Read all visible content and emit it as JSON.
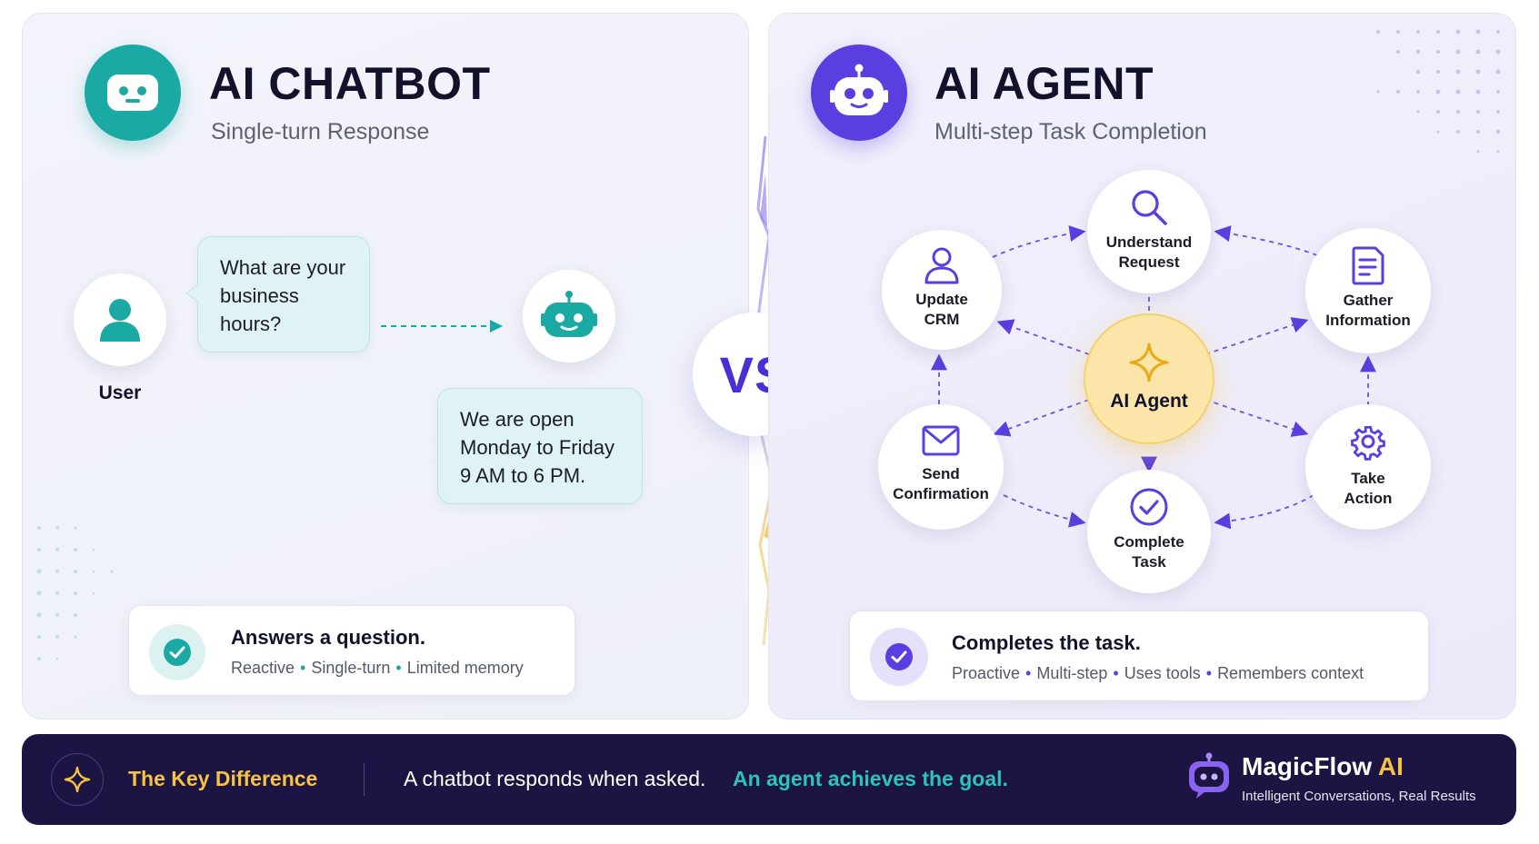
{
  "colors": {
    "teal": "#1aa9a3",
    "purple": "#5b3ee0",
    "gold": "#f6c343",
    "footer_bg": "#1c1442",
    "highlight_teal": "#2bc3bb"
  },
  "chatbot": {
    "title": "AI CHATBOT",
    "subtitle": "Single-turn Response",
    "icon": "chatbot-face-icon",
    "user_label": "User",
    "question": "What are your business hours?",
    "answer": "We are open Monday to Friday 9 AM to 6 PM.",
    "summary": {
      "title": "Answers a question.",
      "tags": [
        "Reactive",
        "Single-turn",
        "Limited memory"
      ]
    }
  },
  "vs_label": "VS",
  "agent": {
    "title": "AI AGENT",
    "subtitle": "Multi-step Task Completion",
    "icon": "robot-face-icon",
    "center": "AI Agent",
    "nodes": {
      "understand": "Understand Request",
      "gather": "Gather Information",
      "action": "Take Action",
      "complete": "Complete Task",
      "send": "Send Confirmation",
      "crm": "Update CRM"
    },
    "summary": {
      "title": "Completes the task.",
      "tags": [
        "Proactive",
        "Multi-step",
        "Uses tools",
        "Remembers context"
      ]
    }
  },
  "footer": {
    "label": "The Key Difference",
    "statement": "A chatbot responds when asked.",
    "highlight": "An agent achieves the goal.",
    "brand_name": "MagicFlow",
    "brand_suffix": "AI",
    "tagline": "Intelligent Conversations, Real Results"
  }
}
